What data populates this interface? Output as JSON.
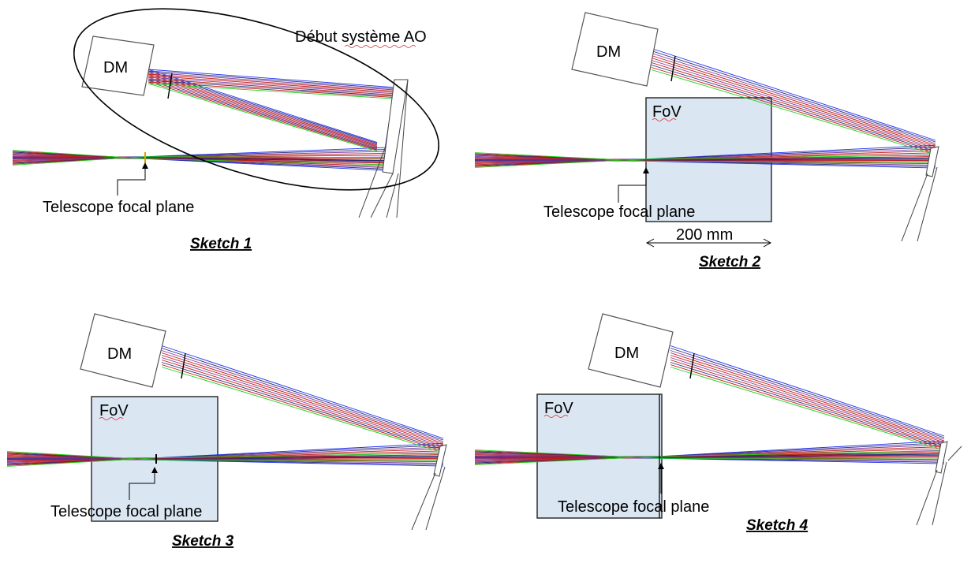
{
  "colors": {
    "fov_fill": "#dae7f3",
    "ray_blue": "#1f2ff0",
    "ray_red": "#c01818",
    "ray_green": "#19d419",
    "ray_purple": "#7a3d9e",
    "ray_navy": "#2b2b7a",
    "squiggle": "#e02020"
  },
  "sketches": [
    {
      "dm_label": "DM",
      "focal_label": "Telescope focal plane",
      "caption": "Sketch 1",
      "ao_label": "Début système AO"
    },
    {
      "dm_label": "DM",
      "focal_label": "Telescope focal plane",
      "caption": "Sketch 2",
      "fov_label": "FoV",
      "dimension_label": "200 mm"
    },
    {
      "dm_label": "DM",
      "focal_label": "Telescope focal plane",
      "caption": "Sketch 3",
      "fov_label": "FoV"
    },
    {
      "dm_label": "DM",
      "focal_label": "Telescope focal plane",
      "caption": "Sketch 4",
      "fov_label": "FoV"
    }
  ]
}
